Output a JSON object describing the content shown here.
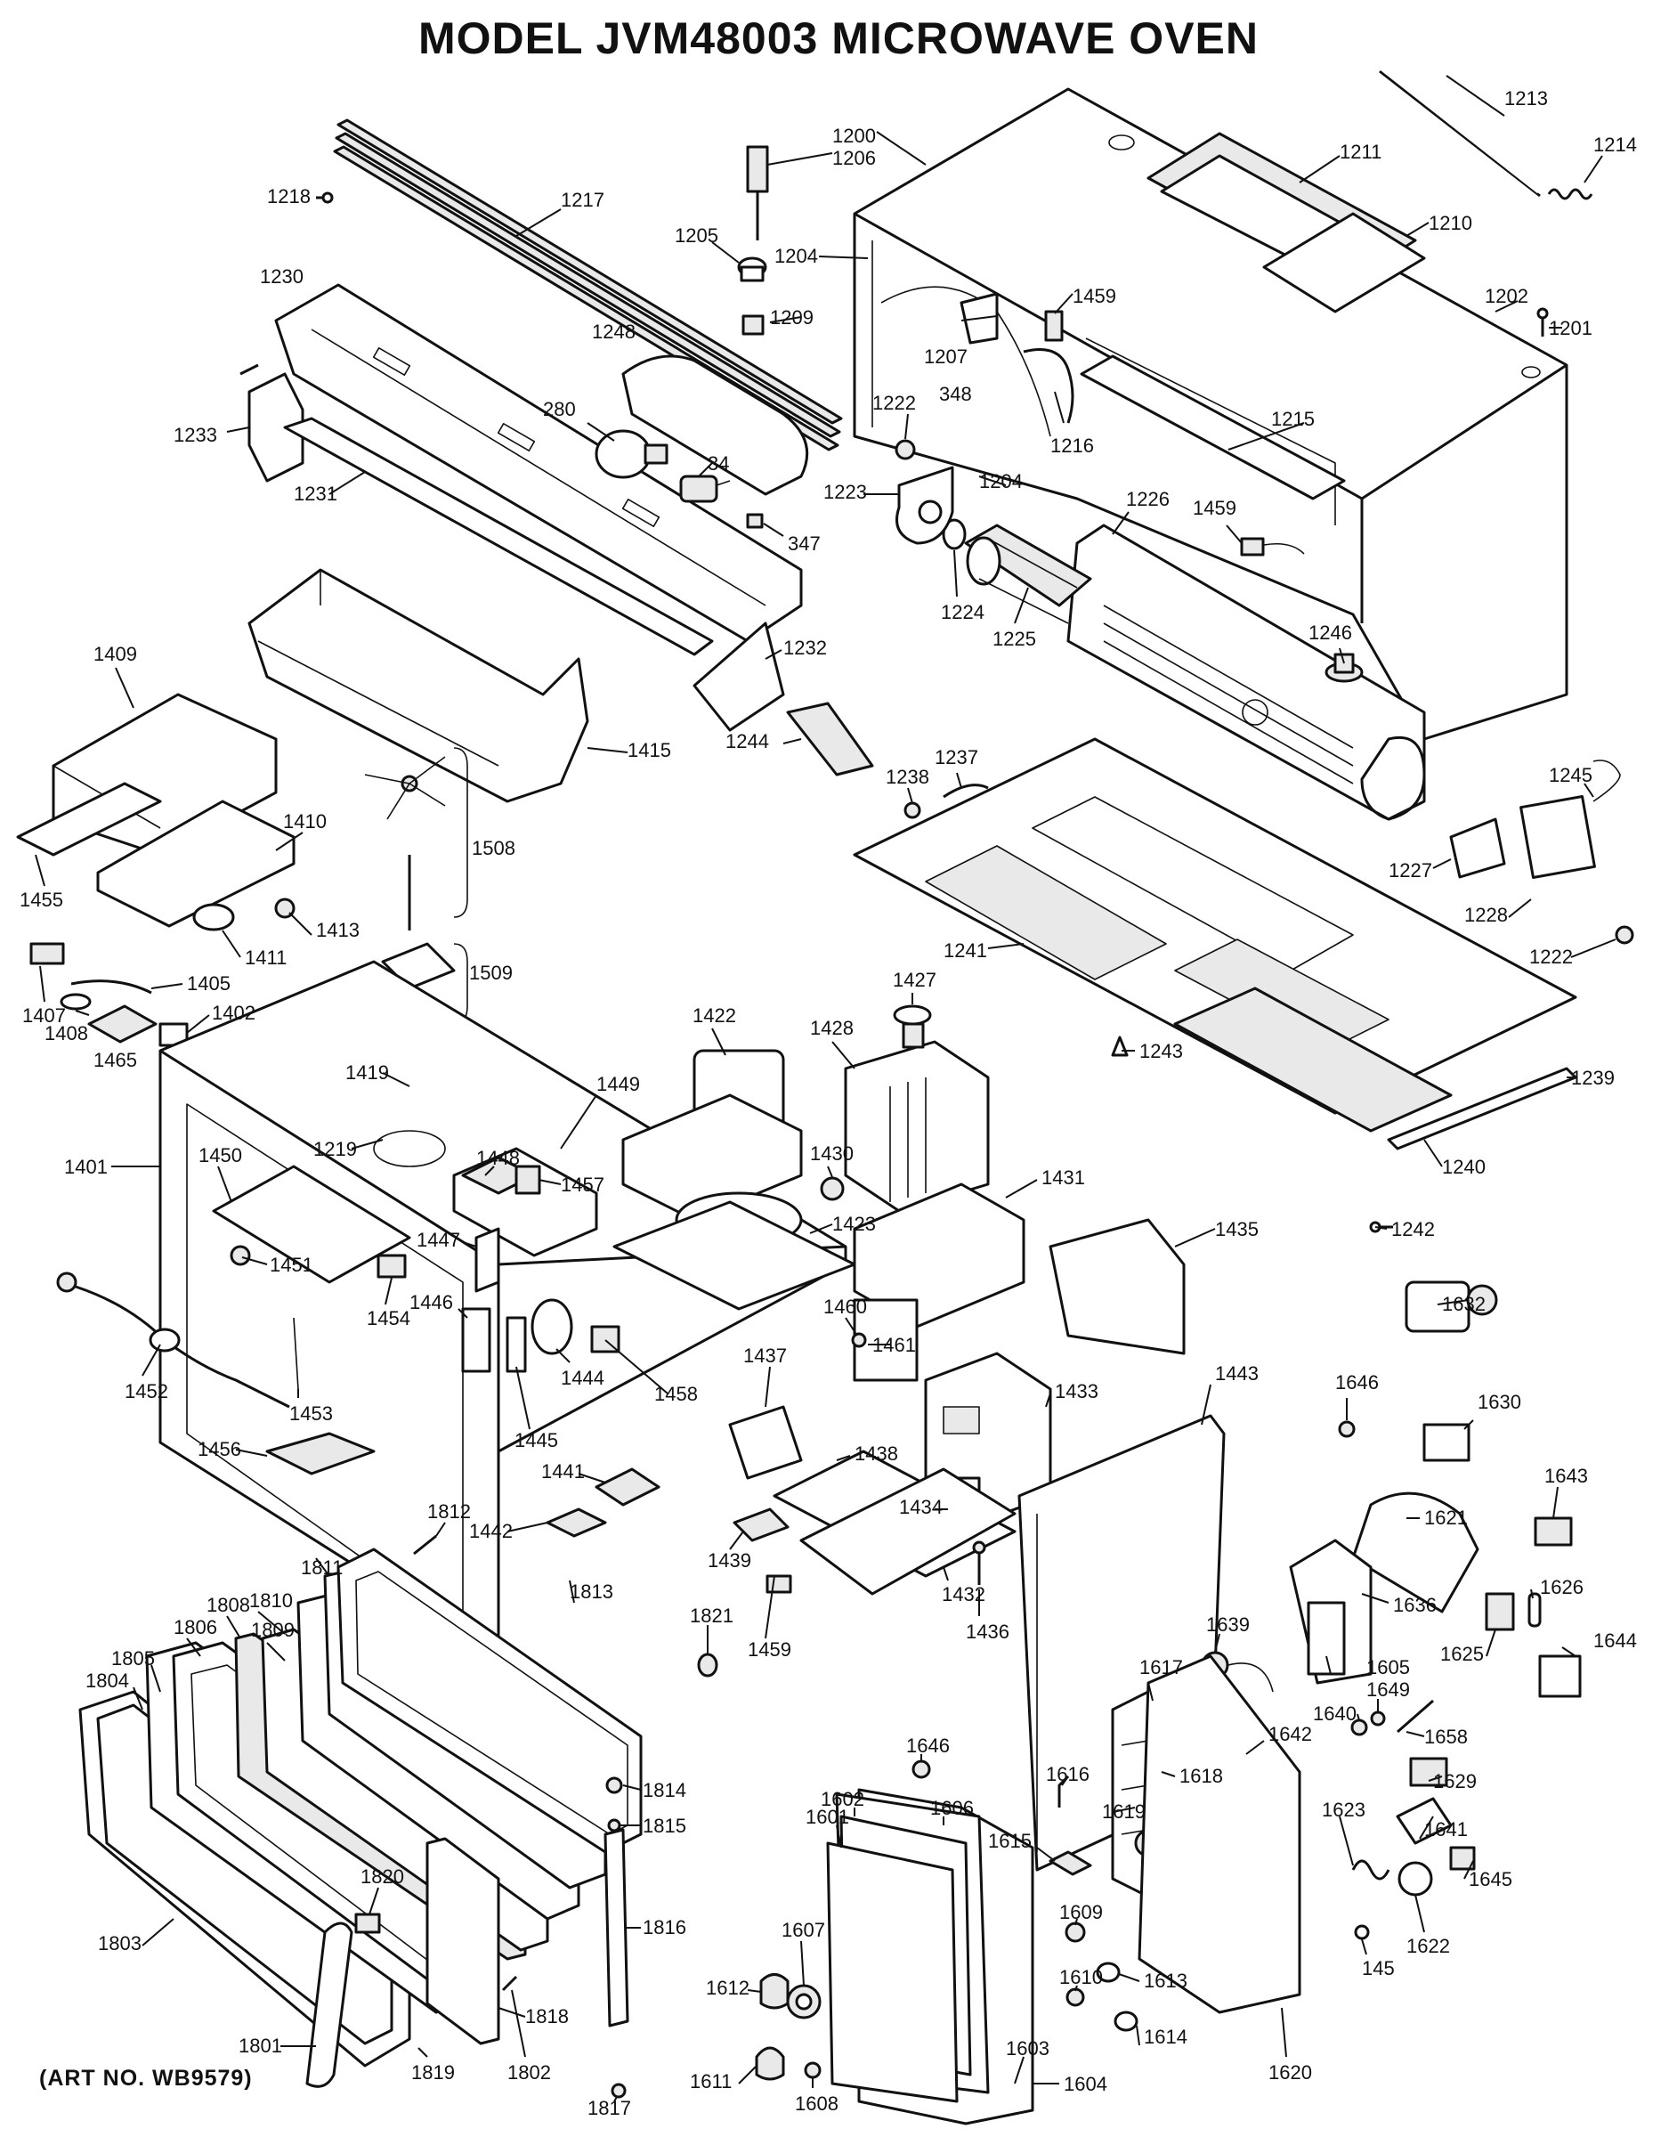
{
  "title": "MODEL JVM48003 MICROWAVE OVEN",
  "art_number": "(ART NO. WB9579)",
  "part_labels": [
    {
      "id": "p1213",
      "text": "1213"
    },
    {
      "id": "p1214",
      "text": "1214"
    },
    {
      "id": "p1200",
      "text": "1200"
    },
    {
      "id": "p1206",
      "text": "1206"
    },
    {
      "id": "p1211",
      "text": "1211"
    },
    {
      "id": "p1218",
      "text": "1218"
    },
    {
      "id": "p1217",
      "text": "1217"
    },
    {
      "id": "p1205",
      "text": "1205"
    },
    {
      "id": "p1210",
      "text": "1210"
    },
    {
      "id": "p1204a",
      "text": "1204"
    },
    {
      "id": "p1230",
      "text": "1230"
    },
    {
      "id": "p1202",
      "text": "1202"
    },
    {
      "id": "p1459a",
      "text": "1459"
    },
    {
      "id": "p1201",
      "text": "1201"
    },
    {
      "id": "p1209",
      "text": "1209"
    },
    {
      "id": "p1207",
      "text": "1207"
    },
    {
      "id": "p1248",
      "text": "1248"
    },
    {
      "id": "p348",
      "text": "348"
    },
    {
      "id": "p1215",
      "text": "1215"
    },
    {
      "id": "p1222a",
      "text": "1222"
    },
    {
      "id": "p280",
      "text": "280"
    },
    {
      "id": "p1216",
      "text": "1216"
    },
    {
      "id": "p1233",
      "text": "1233"
    },
    {
      "id": "p34",
      "text": "34"
    },
    {
      "id": "p1204b",
      "text": "1204"
    },
    {
      "id": "p1223",
      "text": "1223"
    },
    {
      "id": "p1226",
      "text": "1226"
    },
    {
      "id": "p1231",
      "text": "1231"
    },
    {
      "id": "p1459b",
      "text": "1459"
    },
    {
      "id": "p347",
      "text": "347"
    },
    {
      "id": "p1224",
      "text": "1224"
    },
    {
      "id": "p1225",
      "text": "1225"
    },
    {
      "id": "p1232",
      "text": "1232"
    },
    {
      "id": "p1246",
      "text": "1246"
    },
    {
      "id": "p1409",
      "text": "1409"
    },
    {
      "id": "p1415",
      "text": "1415"
    },
    {
      "id": "p1244",
      "text": "1244"
    },
    {
      "id": "p1237",
      "text": "1237"
    },
    {
      "id": "p1238",
      "text": "1238"
    },
    {
      "id": "p1245",
      "text": "1245"
    },
    {
      "id": "p1410",
      "text": "1410"
    },
    {
      "id": "p1508",
      "text": "1508"
    },
    {
      "id": "p1227",
      "text": "1227"
    },
    {
      "id": "p1228",
      "text": "1228"
    },
    {
      "id": "p1455",
      "text": "1455"
    },
    {
      "id": "p1413",
      "text": "1413"
    },
    {
      "id": "p1222b",
      "text": "1222"
    },
    {
      "id": "p1411",
      "text": "1411"
    },
    {
      "id": "p1241",
      "text": "1241"
    },
    {
      "id": "p1509",
      "text": "1509"
    },
    {
      "id": "p1405",
      "text": "1405"
    },
    {
      "id": "p1427",
      "text": "1427"
    },
    {
      "id": "p1407",
      "text": "1407"
    },
    {
      "id": "p1402",
      "text": "1402"
    },
    {
      "id": "p1408",
      "text": "1408"
    },
    {
      "id": "p1422",
      "text": "1422"
    },
    {
      "id": "p1428",
      "text": "1428"
    },
    {
      "id": "p1465",
      "text": "1465"
    },
    {
      "id": "p1243",
      "text": "1243"
    },
    {
      "id": "p1239",
      "text": "1239"
    },
    {
      "id": "p1419",
      "text": "1419"
    },
    {
      "id": "p1449",
      "text": "1449"
    },
    {
      "id": "p1219",
      "text": "1219"
    },
    {
      "id": "p1401",
      "text": "1401"
    },
    {
      "id": "p1450",
      "text": "1450"
    },
    {
      "id": "p1448",
      "text": "1448"
    },
    {
      "id": "p1430",
      "text": "1430"
    },
    {
      "id": "p1431",
      "text": "1431"
    },
    {
      "id": "p1240",
      "text": "1240"
    },
    {
      "id": "p1457",
      "text": "1457"
    },
    {
      "id": "p1423",
      "text": "1423"
    },
    {
      "id": "p1435",
      "text": "1435"
    },
    {
      "id": "p1242",
      "text": "1242"
    },
    {
      "id": "p1447",
      "text": "1447"
    },
    {
      "id": "p1451",
      "text": "1451"
    },
    {
      "id": "p1446",
      "text": "1446"
    },
    {
      "id": "p1454",
      "text": "1454"
    },
    {
      "id": "p1460",
      "text": "1460"
    },
    {
      "id": "p1632",
      "text": "1632"
    },
    {
      "id": "p1461",
      "text": "1461"
    },
    {
      "id": "p1437",
      "text": "1437"
    },
    {
      "id": "p1452",
      "text": "1452"
    },
    {
      "id": "p1444",
      "text": "1444"
    },
    {
      "id": "p1453",
      "text": "1453"
    },
    {
      "id": "p1433",
      "text": "1433"
    },
    {
      "id": "p1646a",
      "text": "1646"
    },
    {
      "id": "p1458",
      "text": "1458"
    },
    {
      "id": "p1445",
      "text": "1445"
    },
    {
      "id": "p1630",
      "text": "1630"
    },
    {
      "id": "p1438",
      "text": "1438"
    },
    {
      "id": "p1456",
      "text": "1456"
    },
    {
      "id": "p1441",
      "text": "1441"
    },
    {
      "id": "p1443",
      "text": "1443"
    },
    {
      "id": "p1643",
      "text": "1643"
    },
    {
      "id": "p1434",
      "text": "1434"
    },
    {
      "id": "p1621",
      "text": "1621"
    },
    {
      "id": "p1812",
      "text": "1812"
    },
    {
      "id": "p1442",
      "text": "1442"
    },
    {
      "id": "p1439",
      "text": "1439"
    },
    {
      "id": "p1811",
      "text": "1811"
    },
    {
      "id": "p1432",
      "text": "1432"
    },
    {
      "id": "p1626",
      "text": "1626"
    },
    {
      "id": "p1636",
      "text": "1636"
    },
    {
      "id": "p1808",
      "text": "1808"
    },
    {
      "id": "p1810",
      "text": "1810"
    },
    {
      "id": "p1459c",
      "text": "1459"
    },
    {
      "id": "p1436",
      "text": "1436"
    },
    {
      "id": "p1813",
      "text": "1813"
    },
    {
      "id": "p1809",
      "text": "1809"
    },
    {
      "id": "p1821",
      "text": "1821"
    },
    {
      "id": "p1639",
      "text": "1639"
    },
    {
      "id": "p1625",
      "text": "1625"
    },
    {
      "id": "p1644",
      "text": "1644"
    },
    {
      "id": "p1806",
      "text": "1806"
    },
    {
      "id": "p1605",
      "text": "1605"
    },
    {
      "id": "p1805",
      "text": "1805"
    },
    {
      "id": "p1617",
      "text": "1617"
    },
    {
      "id": "p1804",
      "text": "1804"
    },
    {
      "id": "p1649",
      "text": "1649"
    },
    {
      "id": "p1640",
      "text": "1640"
    },
    {
      "id": "p1658",
      "text": "1658"
    },
    {
      "id": "p1646b",
      "text": "1646"
    },
    {
      "id": "p1642",
      "text": "1642"
    },
    {
      "id": "p1616",
      "text": "1616"
    },
    {
      "id": "p1618",
      "text": "1618"
    },
    {
      "id": "p1629",
      "text": "1629"
    },
    {
      "id": "p1602",
      "text": "1602"
    },
    {
      "id": "p1606",
      "text": "1606"
    },
    {
      "id": "p1814",
      "text": "1814"
    },
    {
      "id": "p1619",
      "text": "1619"
    },
    {
      "id": "p1601",
      "text": "1601"
    },
    {
      "id": "p1623",
      "text": "1623"
    },
    {
      "id": "p1641",
      "text": "1641"
    },
    {
      "id": "p1615",
      "text": "1615"
    },
    {
      "id": "p1815",
      "text": "1815"
    },
    {
      "id": "p1645",
      "text": "1645"
    },
    {
      "id": "p1820",
      "text": "1820"
    },
    {
      "id": "p1816",
      "text": "1816"
    },
    {
      "id": "p1607",
      "text": "1607"
    },
    {
      "id": "p1609",
      "text": "1609"
    },
    {
      "id": "p1803",
      "text": "1803"
    },
    {
      "id": "p1612",
      "text": "1612"
    },
    {
      "id": "p1622",
      "text": "1622"
    },
    {
      "id": "p145",
      "text": "145"
    },
    {
      "id": "p1613",
      "text": "1613"
    },
    {
      "id": "p1610",
      "text": "1610"
    },
    {
      "id": "p1818",
      "text": "1818"
    },
    {
      "id": "p1801",
      "text": "1801"
    },
    {
      "id": "p1614",
      "text": "1614"
    },
    {
      "id": "p1603",
      "text": "1603"
    },
    {
      "id": "p1611",
      "text": "1611"
    },
    {
      "id": "p1604",
      "text": "1604"
    },
    {
      "id": "p1620",
      "text": "1620"
    },
    {
      "id": "p1819",
      "text": "1819"
    },
    {
      "id": "p1802",
      "text": "1802"
    },
    {
      "id": "p1608",
      "text": "1608"
    },
    {
      "id": "p1817",
      "text": "1817"
    }
  ]
}
